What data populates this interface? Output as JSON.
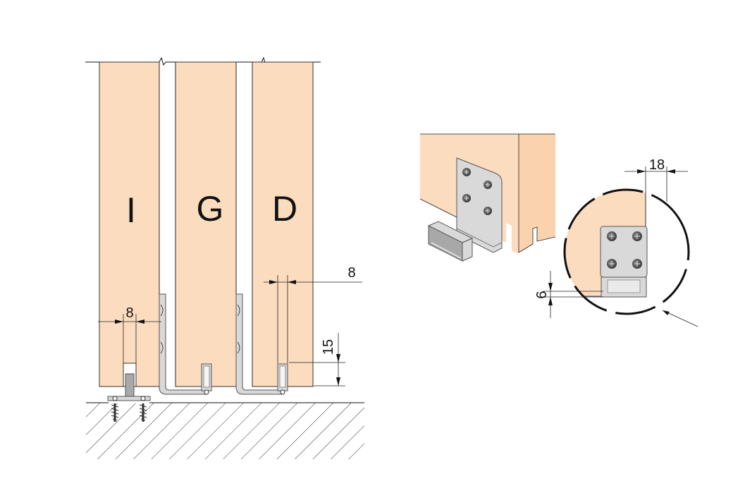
{
  "panels": [
    {
      "letter": "I"
    },
    {
      "letter": "G"
    },
    {
      "letter": "D"
    }
  ],
  "dimensions": {
    "left_width": "8",
    "right_width": "8",
    "height": "15",
    "detail_width": "18",
    "detail_height": "6"
  },
  "colors": {
    "panel": "#fcdcbe",
    "metal": "#d9d9d9",
    "line": "#111111"
  }
}
